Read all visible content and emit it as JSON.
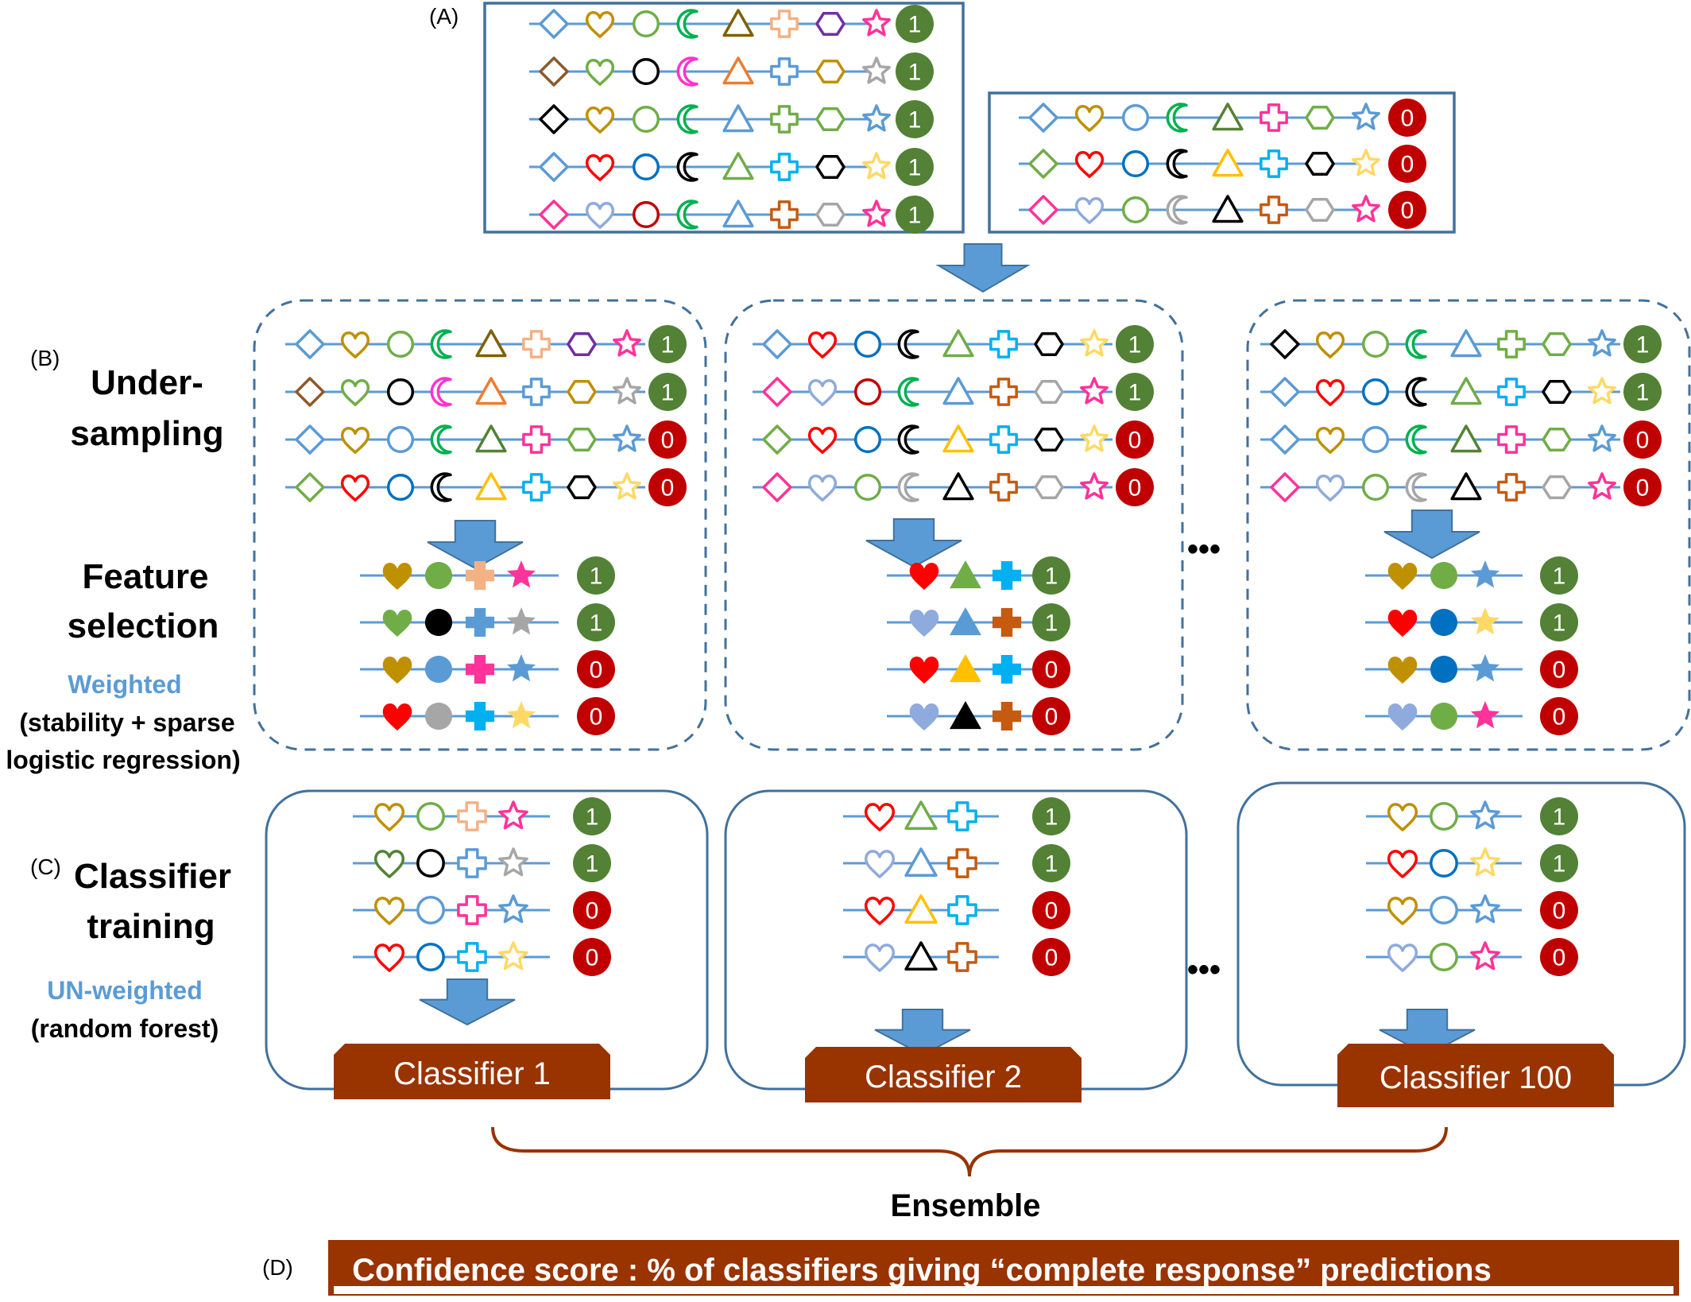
{
  "panel_labels": {
    "a": "(A)",
    "b": "(B)",
    "c": "(C)",
    "d": "(D)"
  },
  "left_labels": {
    "under_sampling_1": "Under-",
    "under_sampling_2": "sampling",
    "feature_selection_1": "Feature",
    "feature_selection_2": "selection",
    "weighted": "Weighted",
    "weighted_desc_1": "(stability + sparse",
    "weighted_desc_2": "logistic regression)",
    "classifier_training_1": "Classifier",
    "classifier_training_2": "training",
    "unweighted": "UN-weighted",
    "unweighted_desc": "(random forest)"
  },
  "ellipsis": "•••",
  "classifiers": [
    "Classifier 1",
    "Classifier 2",
    "Classifier 100"
  ],
  "ensemble_label": "Ensemble",
  "confidence_text": "Confidence score : % of classifiers giving “complete response” predictions",
  "badge_values": {
    "positive": "1",
    "negative": "0"
  },
  "colors": {
    "line": "#5b9bd5",
    "frame": "#41719c",
    "dashed_frame": "#41719c",
    "arrow": "#5b9bd5",
    "arrow_stroke": "#41719c",
    "badge_positive": "#538135",
    "badge_negative": "#c00000",
    "classifier_fill": "#993300",
    "brace": "#993300",
    "label_blue": "#5b9bd5",
    "text": "#000000"
  },
  "icons": [
    "diamond-icon",
    "heart-icon",
    "circle-icon",
    "moon-icon",
    "triangle-icon",
    "cross-icon",
    "hexagon-icon",
    "star-icon"
  ],
  "top_positive_rows": [
    {
      "label": "1",
      "colors": [
        "#5b9bd5",
        "#bf9000",
        "#70ad47",
        "#00b050",
        "#7f6000",
        "#f4b183",
        "#7030a0",
        "#ff3399"
      ]
    },
    {
      "label": "1",
      "colors": [
        "#8c5a2b",
        "#70ad47",
        "#000000",
        "#ff33cc",
        "#ed7d31",
        "#5b9bd5",
        "#bf9000",
        "#a6a6a6"
      ]
    },
    {
      "label": "1",
      "colors": [
        "#000000",
        "#bf9000",
        "#70ad47",
        "#00b050",
        "#5b9bd5",
        "#70ad47",
        "#70ad47",
        "#5b9bd5"
      ]
    },
    {
      "label": "1",
      "colors": [
        "#5b9bd5",
        "#ff0000",
        "#0070c0",
        "#000000",
        "#70ad47",
        "#00b0f0",
        "#000000",
        "#ffd966"
      ]
    },
    {
      "label": "1",
      "colors": [
        "#ff3399",
        "#8faadc",
        "#c00000",
        "#00b050",
        "#5b9bd5",
        "#c55a11",
        "#a6a6a6",
        "#ff3399"
      ]
    }
  ],
  "top_negative_rows": [
    {
      "label": "0",
      "colors": [
        "#5b9bd5",
        "#bf9000",
        "#5b9bd5",
        "#00b050",
        "#548235",
        "#ff3399",
        "#70ad47",
        "#5b9bd5"
      ]
    },
    {
      "label": "0",
      "colors": [
        "#70ad47",
        "#ff0000",
        "#0070c0",
        "#000000",
        "#ffc000",
        "#00b0f0",
        "#000000",
        "#ffd966"
      ]
    },
    {
      "label": "0",
      "colors": [
        "#ff3399",
        "#8faadc",
        "#70ad47",
        "#a6a6a6",
        "#000000",
        "#c55a11",
        "#a6a6a6",
        "#ff3399"
      ]
    }
  ],
  "sample_sets": [
    {
      "rows": [
        {
          "label": "1",
          "colors": [
            "#5b9bd5",
            "#bf9000",
            "#70ad47",
            "#00b050",
            "#7f6000",
            "#f4b183",
            "#7030a0",
            "#ff3399"
          ]
        },
        {
          "label": "1",
          "colors": [
            "#8c5a2b",
            "#70ad47",
            "#000000",
            "#ff33cc",
            "#ed7d31",
            "#5b9bd5",
            "#bf9000",
            "#a6a6a6"
          ]
        },
        {
          "label": "0",
          "colors": [
            "#5b9bd5",
            "#bf9000",
            "#5b9bd5",
            "#00b050",
            "#548235",
            "#ff3399",
            "#70ad47",
            "#5b9bd5"
          ]
        },
        {
          "label": "0",
          "colors": [
            "#70ad47",
            "#ff0000",
            "#0070c0",
            "#000000",
            "#ffc000",
            "#00b0f0",
            "#000000",
            "#ffd966"
          ]
        }
      ],
      "features": [
        {
          "label": "1",
          "items": [
            [
              "heart-icon",
              "#bf9000"
            ],
            [
              "circle-icon",
              "#70ad47"
            ],
            [
              "cross-icon",
              "#f4b183"
            ],
            [
              "star-icon",
              "#ff3399"
            ]
          ]
        },
        {
          "label": "1",
          "items": [
            [
              "heart-icon",
              "#70ad47"
            ],
            [
              "circle-icon",
              "#000000"
            ],
            [
              "cross-icon",
              "#5b9bd5"
            ],
            [
              "star-icon",
              "#a6a6a6"
            ]
          ]
        },
        {
          "label": "0",
          "items": [
            [
              "heart-icon",
              "#bf9000"
            ],
            [
              "circle-icon",
              "#5b9bd5"
            ],
            [
              "cross-icon",
              "#ff3399"
            ],
            [
              "star-icon",
              "#5b9bd5"
            ]
          ]
        },
        {
          "label": "0",
          "items": [
            [
              "heart-icon",
              "#ff0000"
            ],
            [
              "circle-icon",
              "#a6a6a6"
            ],
            [
              "cross-icon",
              "#00b0f0"
            ],
            [
              "star-icon",
              "#ffd966"
            ]
          ]
        }
      ],
      "trained": [
        {
          "label": "1",
          "items": [
            [
              "heart-icon",
              "#bf9000"
            ],
            [
              "circle-icon",
              "#70ad47"
            ],
            [
              "cross-icon",
              "#f4b183"
            ],
            [
              "star-icon",
              "#ff3399"
            ]
          ]
        },
        {
          "label": "1",
          "items": [
            [
              "heart-icon",
              "#548235"
            ],
            [
              "circle-icon",
              "#000000"
            ],
            [
              "cross-icon",
              "#5b9bd5"
            ],
            [
              "star-icon",
              "#a6a6a6"
            ]
          ]
        },
        {
          "label": "0",
          "items": [
            [
              "heart-icon",
              "#bf9000"
            ],
            [
              "circle-icon",
              "#5b9bd5"
            ],
            [
              "cross-icon",
              "#ff3399"
            ],
            [
              "star-icon",
              "#5b9bd5"
            ]
          ]
        },
        {
          "label": "0",
          "items": [
            [
              "heart-icon",
              "#ff0000"
            ],
            [
              "circle-icon",
              "#0070c0"
            ],
            [
              "cross-icon",
              "#00b0f0"
            ],
            [
              "star-icon",
              "#ffd966"
            ]
          ]
        }
      ]
    },
    {
      "rows": [
        {
          "label": "1",
          "colors": [
            "#5b9bd5",
            "#ff0000",
            "#0070c0",
            "#000000",
            "#70ad47",
            "#00b0f0",
            "#000000",
            "#ffd966"
          ]
        },
        {
          "label": "1",
          "colors": [
            "#ff3399",
            "#8faadc",
            "#c00000",
            "#00b050",
            "#5b9bd5",
            "#c55a11",
            "#a6a6a6",
            "#ff3399"
          ]
        },
        {
          "label": "0",
          "colors": [
            "#70ad47",
            "#ff0000",
            "#0070c0",
            "#000000",
            "#ffc000",
            "#00b0f0",
            "#000000",
            "#ffd966"
          ]
        },
        {
          "label": "0",
          "colors": [
            "#ff3399",
            "#8faadc",
            "#70ad47",
            "#a6a6a6",
            "#000000",
            "#c55a11",
            "#a6a6a6",
            "#ff3399"
          ]
        }
      ],
      "features": [
        {
          "label": "1",
          "items": [
            [
              "heart-icon",
              "#ff0000"
            ],
            [
              "triangle-icon",
              "#70ad47"
            ],
            [
              "cross-icon",
              "#00b0f0"
            ]
          ]
        },
        {
          "label": "1",
          "items": [
            [
              "heart-icon",
              "#8faadc"
            ],
            [
              "triangle-icon",
              "#5b9bd5"
            ],
            [
              "cross-icon",
              "#c55a11"
            ]
          ]
        },
        {
          "label": "0",
          "items": [
            [
              "heart-icon",
              "#ff0000"
            ],
            [
              "triangle-icon",
              "#ffc000"
            ],
            [
              "cross-icon",
              "#00b0f0"
            ]
          ]
        },
        {
          "label": "0",
          "items": [
            [
              "heart-icon",
              "#8faadc"
            ],
            [
              "triangle-icon",
              "#000000"
            ],
            [
              "cross-icon",
              "#c55a11"
            ]
          ]
        }
      ],
      "trained": [
        {
          "label": "1",
          "items": [
            [
              "heart-icon",
              "#ff0000"
            ],
            [
              "triangle-icon",
              "#70ad47"
            ],
            [
              "cross-icon",
              "#00b0f0"
            ]
          ]
        },
        {
          "label": "1",
          "items": [
            [
              "heart-icon",
              "#8faadc"
            ],
            [
              "triangle-icon",
              "#5b9bd5"
            ],
            [
              "cross-icon",
              "#c55a11"
            ]
          ]
        },
        {
          "label": "0",
          "items": [
            [
              "heart-icon",
              "#ff0000"
            ],
            [
              "triangle-icon",
              "#ffc000"
            ],
            [
              "cross-icon",
              "#00b0f0"
            ]
          ]
        },
        {
          "label": "0",
          "items": [
            [
              "heart-icon",
              "#8faadc"
            ],
            [
              "triangle-icon",
              "#000000"
            ],
            [
              "cross-icon",
              "#c55a11"
            ]
          ]
        }
      ]
    },
    {
      "rows": [
        {
          "label": "1",
          "colors": [
            "#000000",
            "#bf9000",
            "#70ad47",
            "#00b050",
            "#5b9bd5",
            "#70ad47",
            "#70ad47",
            "#5b9bd5"
          ]
        },
        {
          "label": "1",
          "colors": [
            "#5b9bd5",
            "#ff0000",
            "#0070c0",
            "#000000",
            "#70ad47",
            "#00b0f0",
            "#000000",
            "#ffd966"
          ]
        },
        {
          "label": "0",
          "colors": [
            "#5b9bd5",
            "#bf9000",
            "#5b9bd5",
            "#00b050",
            "#548235",
            "#ff3399",
            "#70ad47",
            "#5b9bd5"
          ]
        },
        {
          "label": "0",
          "colors": [
            "#ff3399",
            "#8faadc",
            "#70ad47",
            "#a6a6a6",
            "#000000",
            "#c55a11",
            "#a6a6a6",
            "#ff3399"
          ]
        }
      ],
      "features": [
        {
          "label": "1",
          "items": [
            [
              "heart-icon",
              "#bf9000"
            ],
            [
              "circle-icon",
              "#70ad47"
            ],
            [
              "star-icon",
              "#5b9bd5"
            ]
          ]
        },
        {
          "label": "1",
          "items": [
            [
              "heart-icon",
              "#ff0000"
            ],
            [
              "circle-icon",
              "#0070c0"
            ],
            [
              "star-icon",
              "#ffd966"
            ]
          ]
        },
        {
          "label": "0",
          "items": [
            [
              "heart-icon",
              "#bf9000"
            ],
            [
              "circle-icon",
              "#0070c0"
            ],
            [
              "star-icon",
              "#5b9bd5"
            ]
          ]
        },
        {
          "label": "0",
          "items": [
            [
              "heart-icon",
              "#8faadc"
            ],
            [
              "circle-icon",
              "#70ad47"
            ],
            [
              "star-icon",
              "#ff3399"
            ]
          ]
        }
      ],
      "trained": [
        {
          "label": "1",
          "items": [
            [
              "heart-icon",
              "#bf9000"
            ],
            [
              "circle-icon",
              "#70ad47"
            ],
            [
              "star-icon",
              "#5b9bd5"
            ]
          ]
        },
        {
          "label": "1",
          "items": [
            [
              "heart-icon",
              "#ff0000"
            ],
            [
              "circle-icon",
              "#0070c0"
            ],
            [
              "star-icon",
              "#ffd966"
            ]
          ]
        },
        {
          "label": "0",
          "items": [
            [
              "heart-icon",
              "#bf9000"
            ],
            [
              "circle-icon",
              "#5b9bd5"
            ],
            [
              "star-icon",
              "#5b9bd5"
            ]
          ]
        },
        {
          "label": "0",
          "items": [
            [
              "heart-icon",
              "#8faadc"
            ],
            [
              "circle-icon",
              "#70ad47"
            ],
            [
              "star-icon",
              "#ff3399"
            ]
          ]
        }
      ]
    }
  ]
}
